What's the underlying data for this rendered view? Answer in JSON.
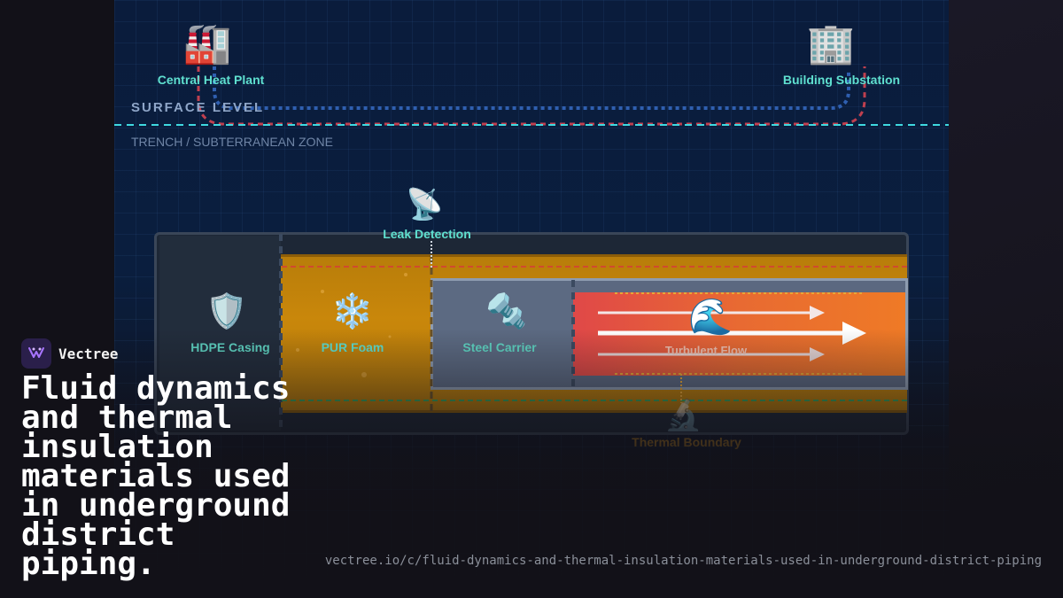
{
  "diagram": {
    "nodes": {
      "plant": {
        "icon": "🏭",
        "icon_name": "factory-icon",
        "label": "Central Heat Plant"
      },
      "substation": {
        "icon": "🏢",
        "icon_name": "office-building-icon",
        "label": "Building Substation"
      },
      "leak": {
        "icon": "📡",
        "icon_name": "satellite-antenna-icon",
        "label": "Leak Detection"
      },
      "thermal": {
        "icon": "🔬",
        "icon_name": "microscope-icon",
        "label": "Thermal Boundary"
      }
    },
    "zones": {
      "surface": "SURFACE LEVEL",
      "trench": "TRENCH / SUBTERRANEAN ZONE"
    },
    "layers": [
      {
        "key": "hdpe",
        "icon": "🛡️",
        "icon_name": "shield-icon",
        "label": "HDPE Casing"
      },
      {
        "key": "foam",
        "icon": "❄️",
        "icon_name": "snowflake-icon",
        "label": "PUR Foam"
      },
      {
        "key": "steel",
        "icon": "🔩",
        "icon_name": "nut-and-bolt-icon",
        "label": "Steel Carrier"
      },
      {
        "key": "flow",
        "icon": "🌊",
        "icon_name": "water-wave-icon",
        "label": "Turbulent Flow"
      }
    ],
    "colors": {
      "supply_line": "#d04a5a",
      "return_line": "#2f5fb0",
      "surface_line": "#3fd9e0",
      "label_teal": "#5fe0d0",
      "foam": "#c9870b",
      "flow": "#e86a32",
      "thermal_boundary": "#e8a636"
    }
  },
  "brand": {
    "name": "Vectree"
  },
  "headline": "Fluid dynamics and thermal insulation materials used in underground district piping.",
  "url": "vectree.io/c/fluid-dynamics-and-thermal-insulation-materials-used-in-underground-district-piping"
}
